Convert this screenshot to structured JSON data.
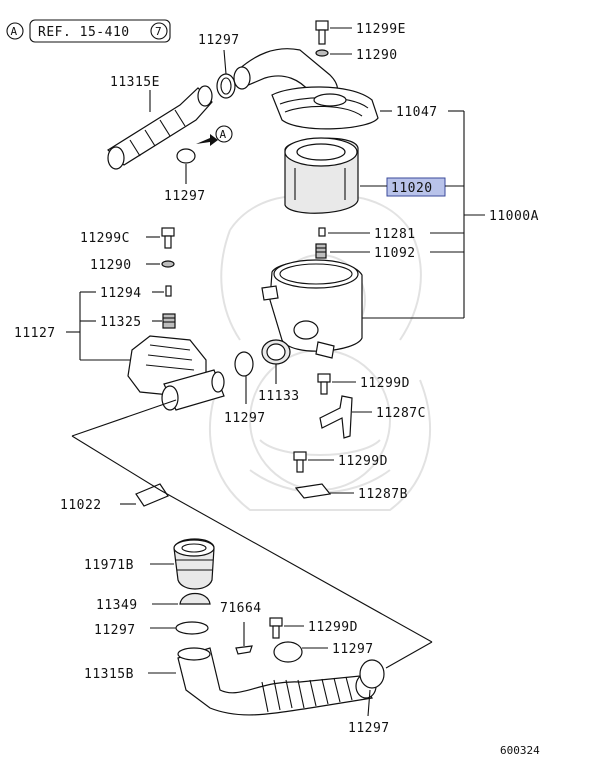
{
  "header": {
    "circle_letter": "A",
    "ref_text": "REF. 15-410",
    "ref_circle_num": "7"
  },
  "parts": {
    "p11297_top": "11297",
    "p11299E": "11299E",
    "p11290_top": "11290",
    "p11315E": "11315E",
    "arrow_letter": "A",
    "p11297_mid": "11297",
    "p11047": "11047",
    "p11020": "11020",
    "p11000A": "11000A",
    "p11281": "11281",
    "p11092": "11092",
    "p11299C": "11299C",
    "p11290_left": "11290",
    "p11294": "11294",
    "p11127": "11127",
    "p11325": "11325",
    "p11133": "11133",
    "p11297_lower": "11297",
    "p11299D_1": "11299D",
    "p11287C": "11287C",
    "p11299D_2": "11299D",
    "p11287B": "11287B",
    "p11022": "11022",
    "p11971B": "11971B",
    "p11349": "11349",
    "p71664": "71664",
    "p11299D_3": "11299D",
    "p11297_a": "11297",
    "p11297_b": "11297",
    "p11315B": "11315B",
    "p11297_bottom": "11297"
  },
  "diagram_id": "600324",
  "highlight_color": "#b9c3ea"
}
